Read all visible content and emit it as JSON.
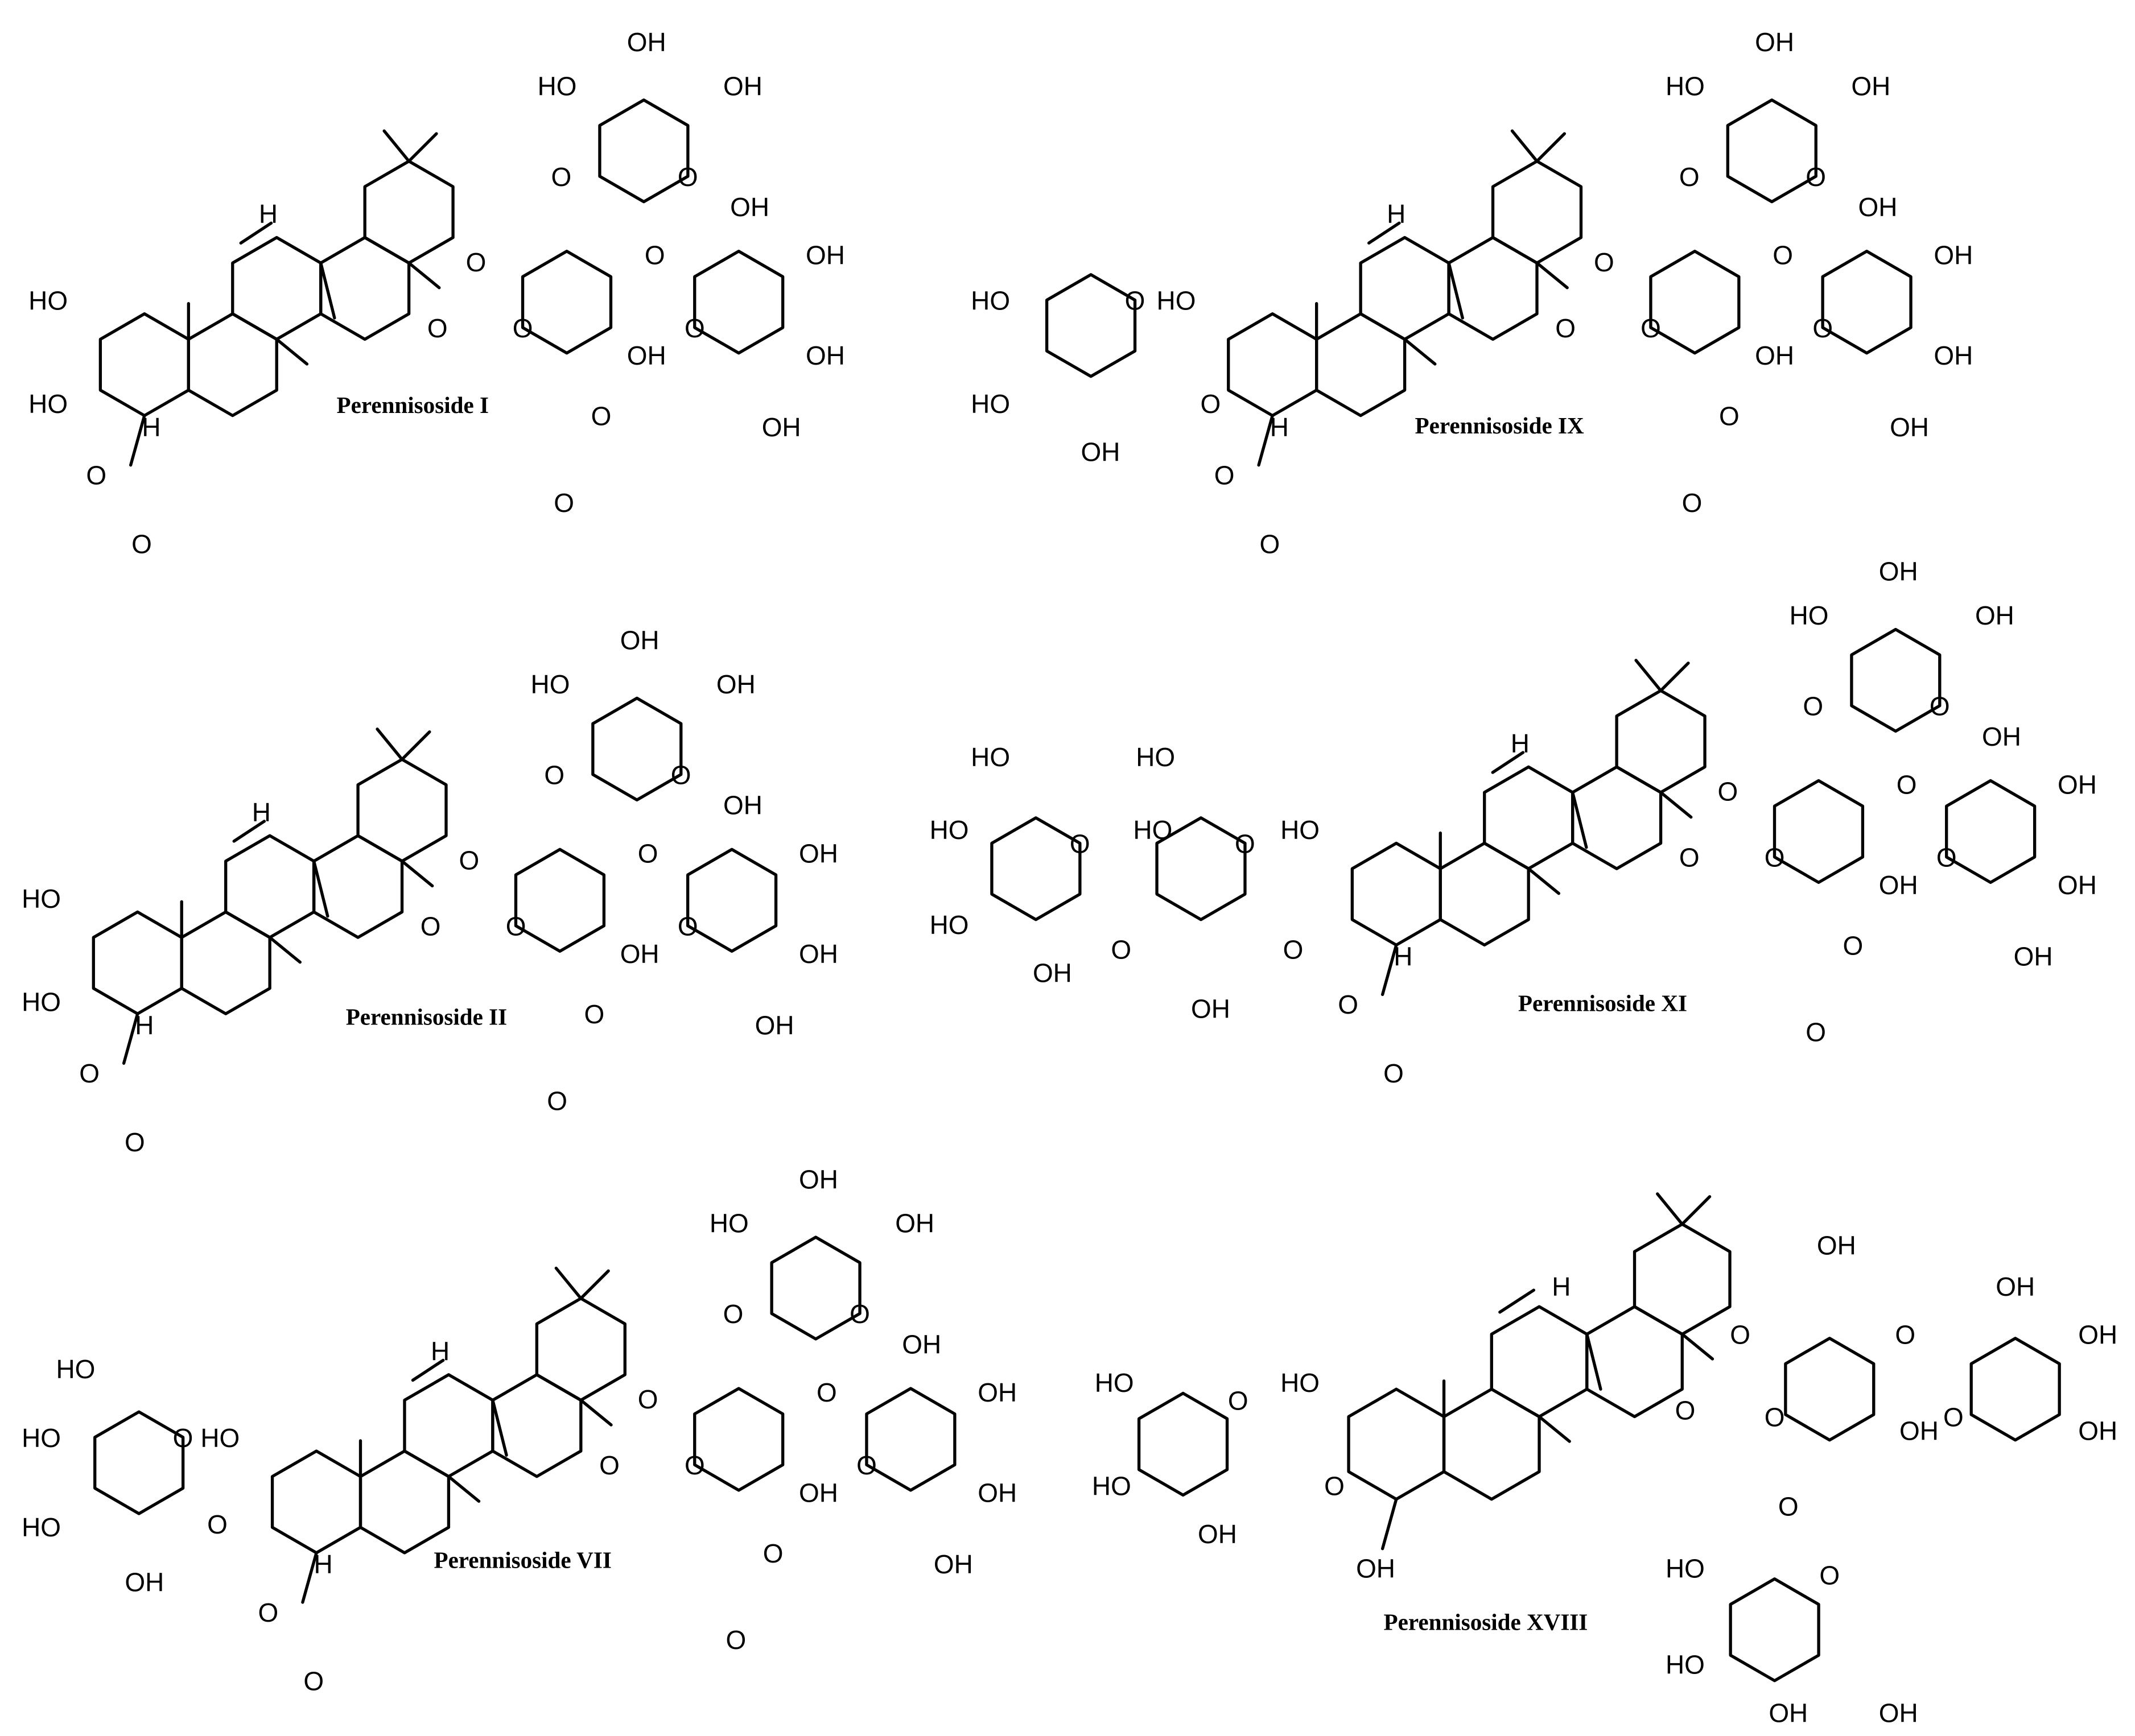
{
  "figure": {
    "background": "#ffffff",
    "ink": "#000000"
  },
  "compounds": [
    {
      "name": "Perennisoside I",
      "labels": [
        "HO",
        "HO",
        "H",
        "O",
        "O",
        "H",
        "O",
        "O",
        "O",
        "O",
        "HO",
        "OH",
        "OH",
        "O",
        "O",
        "OH",
        "O",
        "O",
        "OH",
        "OH",
        "OH",
        "O",
        "OH"
      ]
    },
    {
      "name": "Perennisoside IX",
      "labels": [
        "HO",
        "O",
        "HO",
        "HO",
        "OH",
        "O",
        "H",
        "O",
        "O",
        "H",
        "O",
        "O",
        "O",
        "O",
        "HO",
        "OH",
        "OH",
        "O",
        "O",
        "OH",
        "O",
        "O",
        "OH",
        "OH",
        "OH",
        "O",
        "OH"
      ]
    },
    {
      "name": "Perennisoside II",
      "labels": [
        "HO",
        "HO",
        "H",
        "O",
        "O",
        "H",
        "O",
        "O",
        "O",
        "O",
        "HO",
        "OH",
        "OH",
        "O",
        "O",
        "OH",
        "O",
        "O",
        "OH",
        "OH",
        "OH",
        "O",
        "OH"
      ]
    },
    {
      "name": "Perennisoside XI",
      "labels": [
        "HO",
        "O",
        "O",
        "HO",
        "HO",
        "OH",
        "O",
        "HO",
        "HO",
        "HO",
        "OH",
        "O",
        "H",
        "O",
        "O",
        "H",
        "O",
        "O",
        "O",
        "O",
        "HO",
        "OH",
        "OH",
        "O",
        "O",
        "OH",
        "O",
        "O",
        "OH",
        "OH",
        "OH",
        "O",
        "OH"
      ]
    },
    {
      "name": "Perennisoside VII",
      "labels": [
        "HO",
        "O",
        "O",
        "HO",
        "HO",
        "HO",
        "OH",
        "H",
        "O",
        "O",
        "H",
        "O",
        "O",
        "O",
        "O",
        "HO",
        "OH",
        "OH",
        "O",
        "O",
        "OH",
        "O",
        "O",
        "OH",
        "OH",
        "OH",
        "O",
        "OH"
      ]
    },
    {
      "name": "Perennisoside XVIII",
      "labels": [
        "HO",
        "HO",
        "OH",
        "O",
        "O",
        "HO",
        "H",
        "OH",
        "O",
        "O",
        "O",
        "OH",
        "O",
        "OH",
        "O",
        "OH",
        "OH",
        "OH",
        "O",
        "HO",
        "HO",
        "OH",
        "OH",
        "O"
      ]
    }
  ]
}
